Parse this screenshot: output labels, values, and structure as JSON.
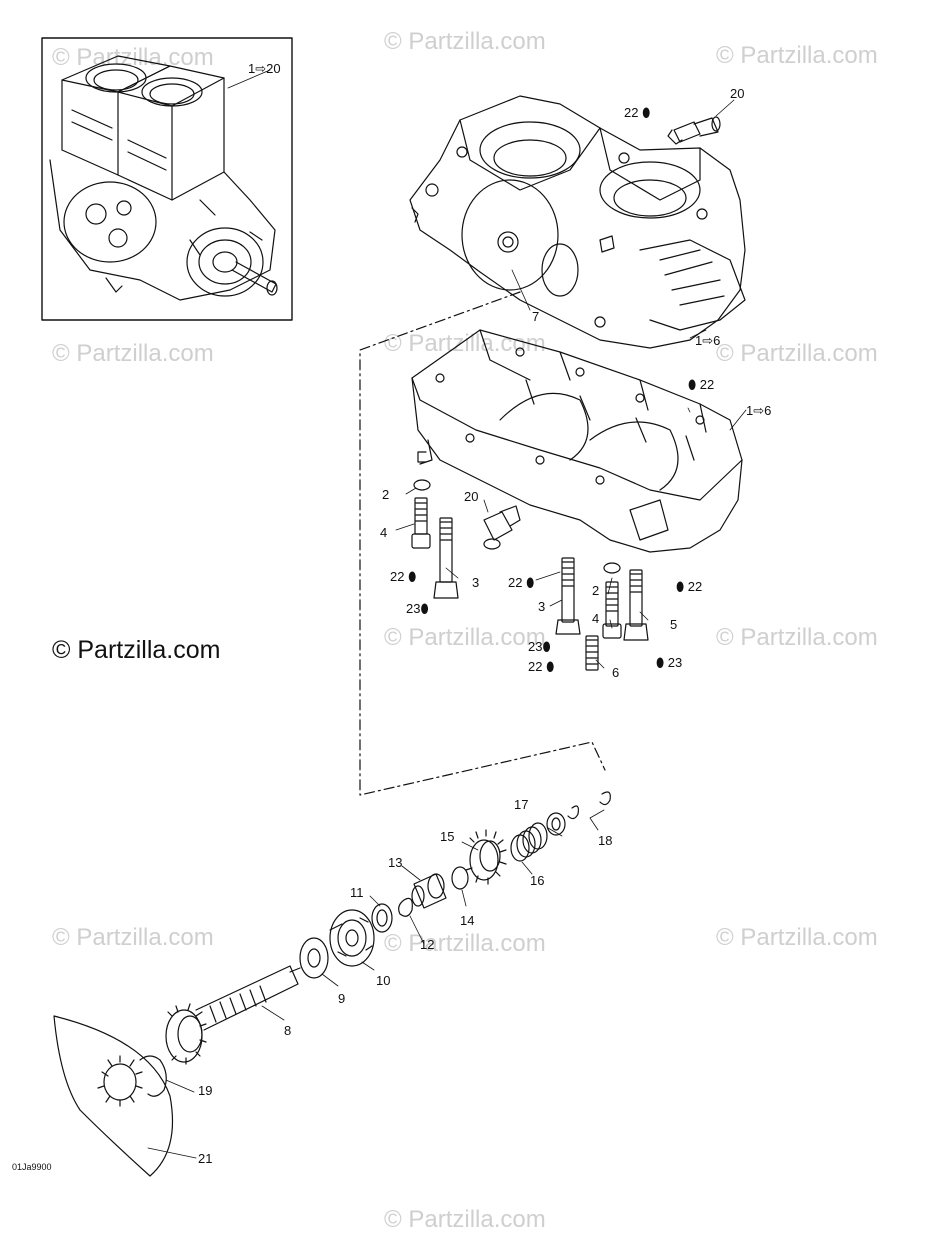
{
  "watermark": "© Partzilla.com",
  "diagram_code": "01Ja9900",
  "callouts": {
    "inset_ref": "1⇨20",
    "c20_top": "20",
    "c22_top": "22",
    "c7": "7",
    "c1_6_upper": "1⇨6",
    "c22_mid": "22",
    "c1_6_lower": "1⇨6",
    "c2_left": "2",
    "c4_left": "4",
    "c20_mid": "20",
    "c22_left": "22",
    "c3_left": "3",
    "c23_left": "23",
    "c22_center": "22",
    "c3_center": "3",
    "c2_right": "2",
    "c4_right": "4",
    "c22_right": "22",
    "c23_center": "23",
    "c22_lower": "22",
    "c5": "5",
    "c6": "6",
    "c23_right": "23",
    "c17": "17",
    "c18": "18",
    "c15": "15",
    "c16": "16",
    "c13": "13",
    "c14": "14",
    "c11": "11",
    "c12": "12",
    "c10": "10",
    "c9": "9",
    "c8": "8",
    "c19": "19",
    "c21": "21"
  }
}
